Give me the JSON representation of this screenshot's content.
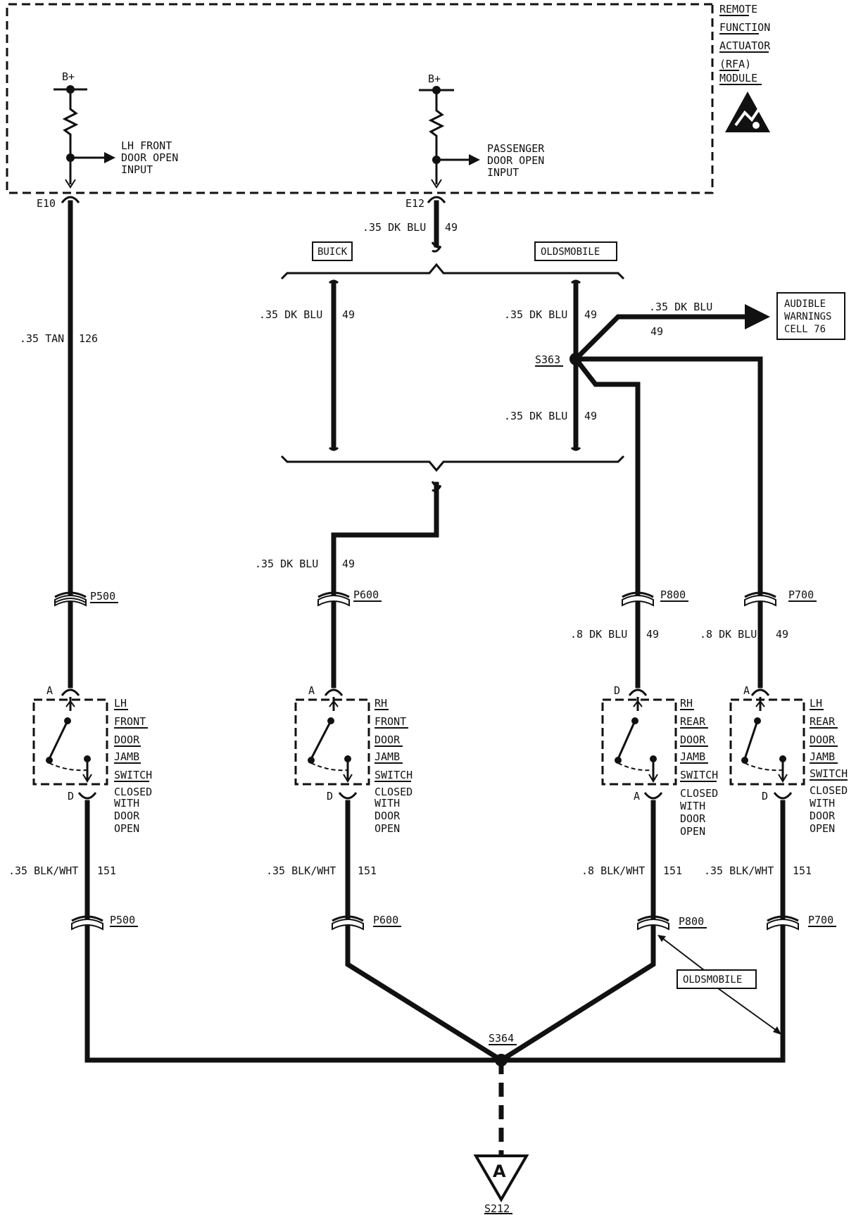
{
  "module": {
    "name_lines": [
      "REMOTE",
      "FUNCTION",
      "ACTUATOR",
      "(RFA)",
      "MODULE"
    ],
    "left_supply": "B+",
    "right_supply": "B+",
    "left_input_lines": [
      "LH FRONT",
      "DOOR OPEN",
      "INPUT"
    ],
    "right_input_lines": [
      "PASSENGER",
      "DOOR OPEN",
      "INPUT"
    ],
    "left_pin": "E10",
    "right_pin": "E12",
    "esd_icon": "esd-sensitive-icon"
  },
  "wires": {
    "tan": {
      "label": ".35 TAN",
      "circuit": "126"
    },
    "e12_blu": {
      "label": ".35 DK BLU",
      "circuit": "49"
    },
    "buick_blu": {
      "label": ".35 DK BLU",
      "circuit": "49"
    },
    "olds_blu_top": {
      "label": ".35 DK BLU",
      "circuit": "49"
    },
    "olds_blu_bot": {
      "label": ".35 DK BLU",
      "circuit": "49"
    },
    "audible_blu": {
      "label": ".35 DK BLU",
      "circuit": "49"
    },
    "p600_blu": {
      "label": ".35 DK BLU",
      "circuit": "49"
    },
    "p800_blu": {
      "label": ".8 DK BLU",
      "circuit": "49"
    },
    "p700_blu": {
      "label": ".8 DK BLU",
      "circuit": "49"
    },
    "lhf_gnd": {
      "label": ".35 BLK/WHT",
      "circuit": "151"
    },
    "rhf_gnd": {
      "label": ".35 BLK/WHT",
      "circuit": "151"
    },
    "rhr_gnd": {
      "label": ".8 BLK/WHT",
      "circuit": "151"
    },
    "lhr_gnd": {
      "label": ".35 BLK/WHT",
      "circuit": "151"
    }
  },
  "options": {
    "buick": "BUICK",
    "oldsmobile": "OLDSMOBILE",
    "oldsmobile_note": "OLDSMOBILE"
  },
  "splices": {
    "s363": "S363",
    "s364": "S364"
  },
  "audible": {
    "lines": [
      "AUDIBLE",
      "WARNINGS",
      "CELL 76"
    ]
  },
  "connectors": {
    "p500_top": "P500",
    "p600_top": "P600",
    "p800_top": "P800",
    "p700_top": "P700",
    "p500_bot": "P500",
    "p600_bot": "P600",
    "p800_bot": "P800",
    "p700_bot": "P700"
  },
  "switches": [
    {
      "top_pin": "A",
      "bottom_pin": "D",
      "name_lines": [
        "LH",
        "FRONT",
        "DOOR",
        "JAMB",
        "SWITCH"
      ],
      "state_lines": [
        "CLOSED",
        "WITH",
        "DOOR",
        "OPEN"
      ]
    },
    {
      "top_pin": "A",
      "bottom_pin": "D",
      "name_lines": [
        "RH",
        "FRONT",
        "DOOR",
        "JAMB",
        "SWITCH"
      ],
      "state_lines": [
        "CLOSED",
        "WITH",
        "DOOR",
        "OPEN"
      ]
    },
    {
      "top_pin": "D",
      "bottom_pin": "A",
      "name_lines": [
        "RH",
        "REAR",
        "DOOR",
        "JAMB",
        "SWITCH"
      ],
      "state_lines": [
        "CLOSED",
        "WITH",
        "DOOR",
        "OPEN"
      ]
    },
    {
      "top_pin": "A",
      "bottom_pin": "D",
      "name_lines": [
        "LH",
        "REAR",
        "DOOR",
        "JAMB",
        "SWITCH"
      ],
      "state_lines": [
        "CLOSED",
        "WITH",
        "DOOR",
        "OPEN"
      ]
    }
  ],
  "ground": {
    "symbol": "A",
    "splice": "S212"
  }
}
